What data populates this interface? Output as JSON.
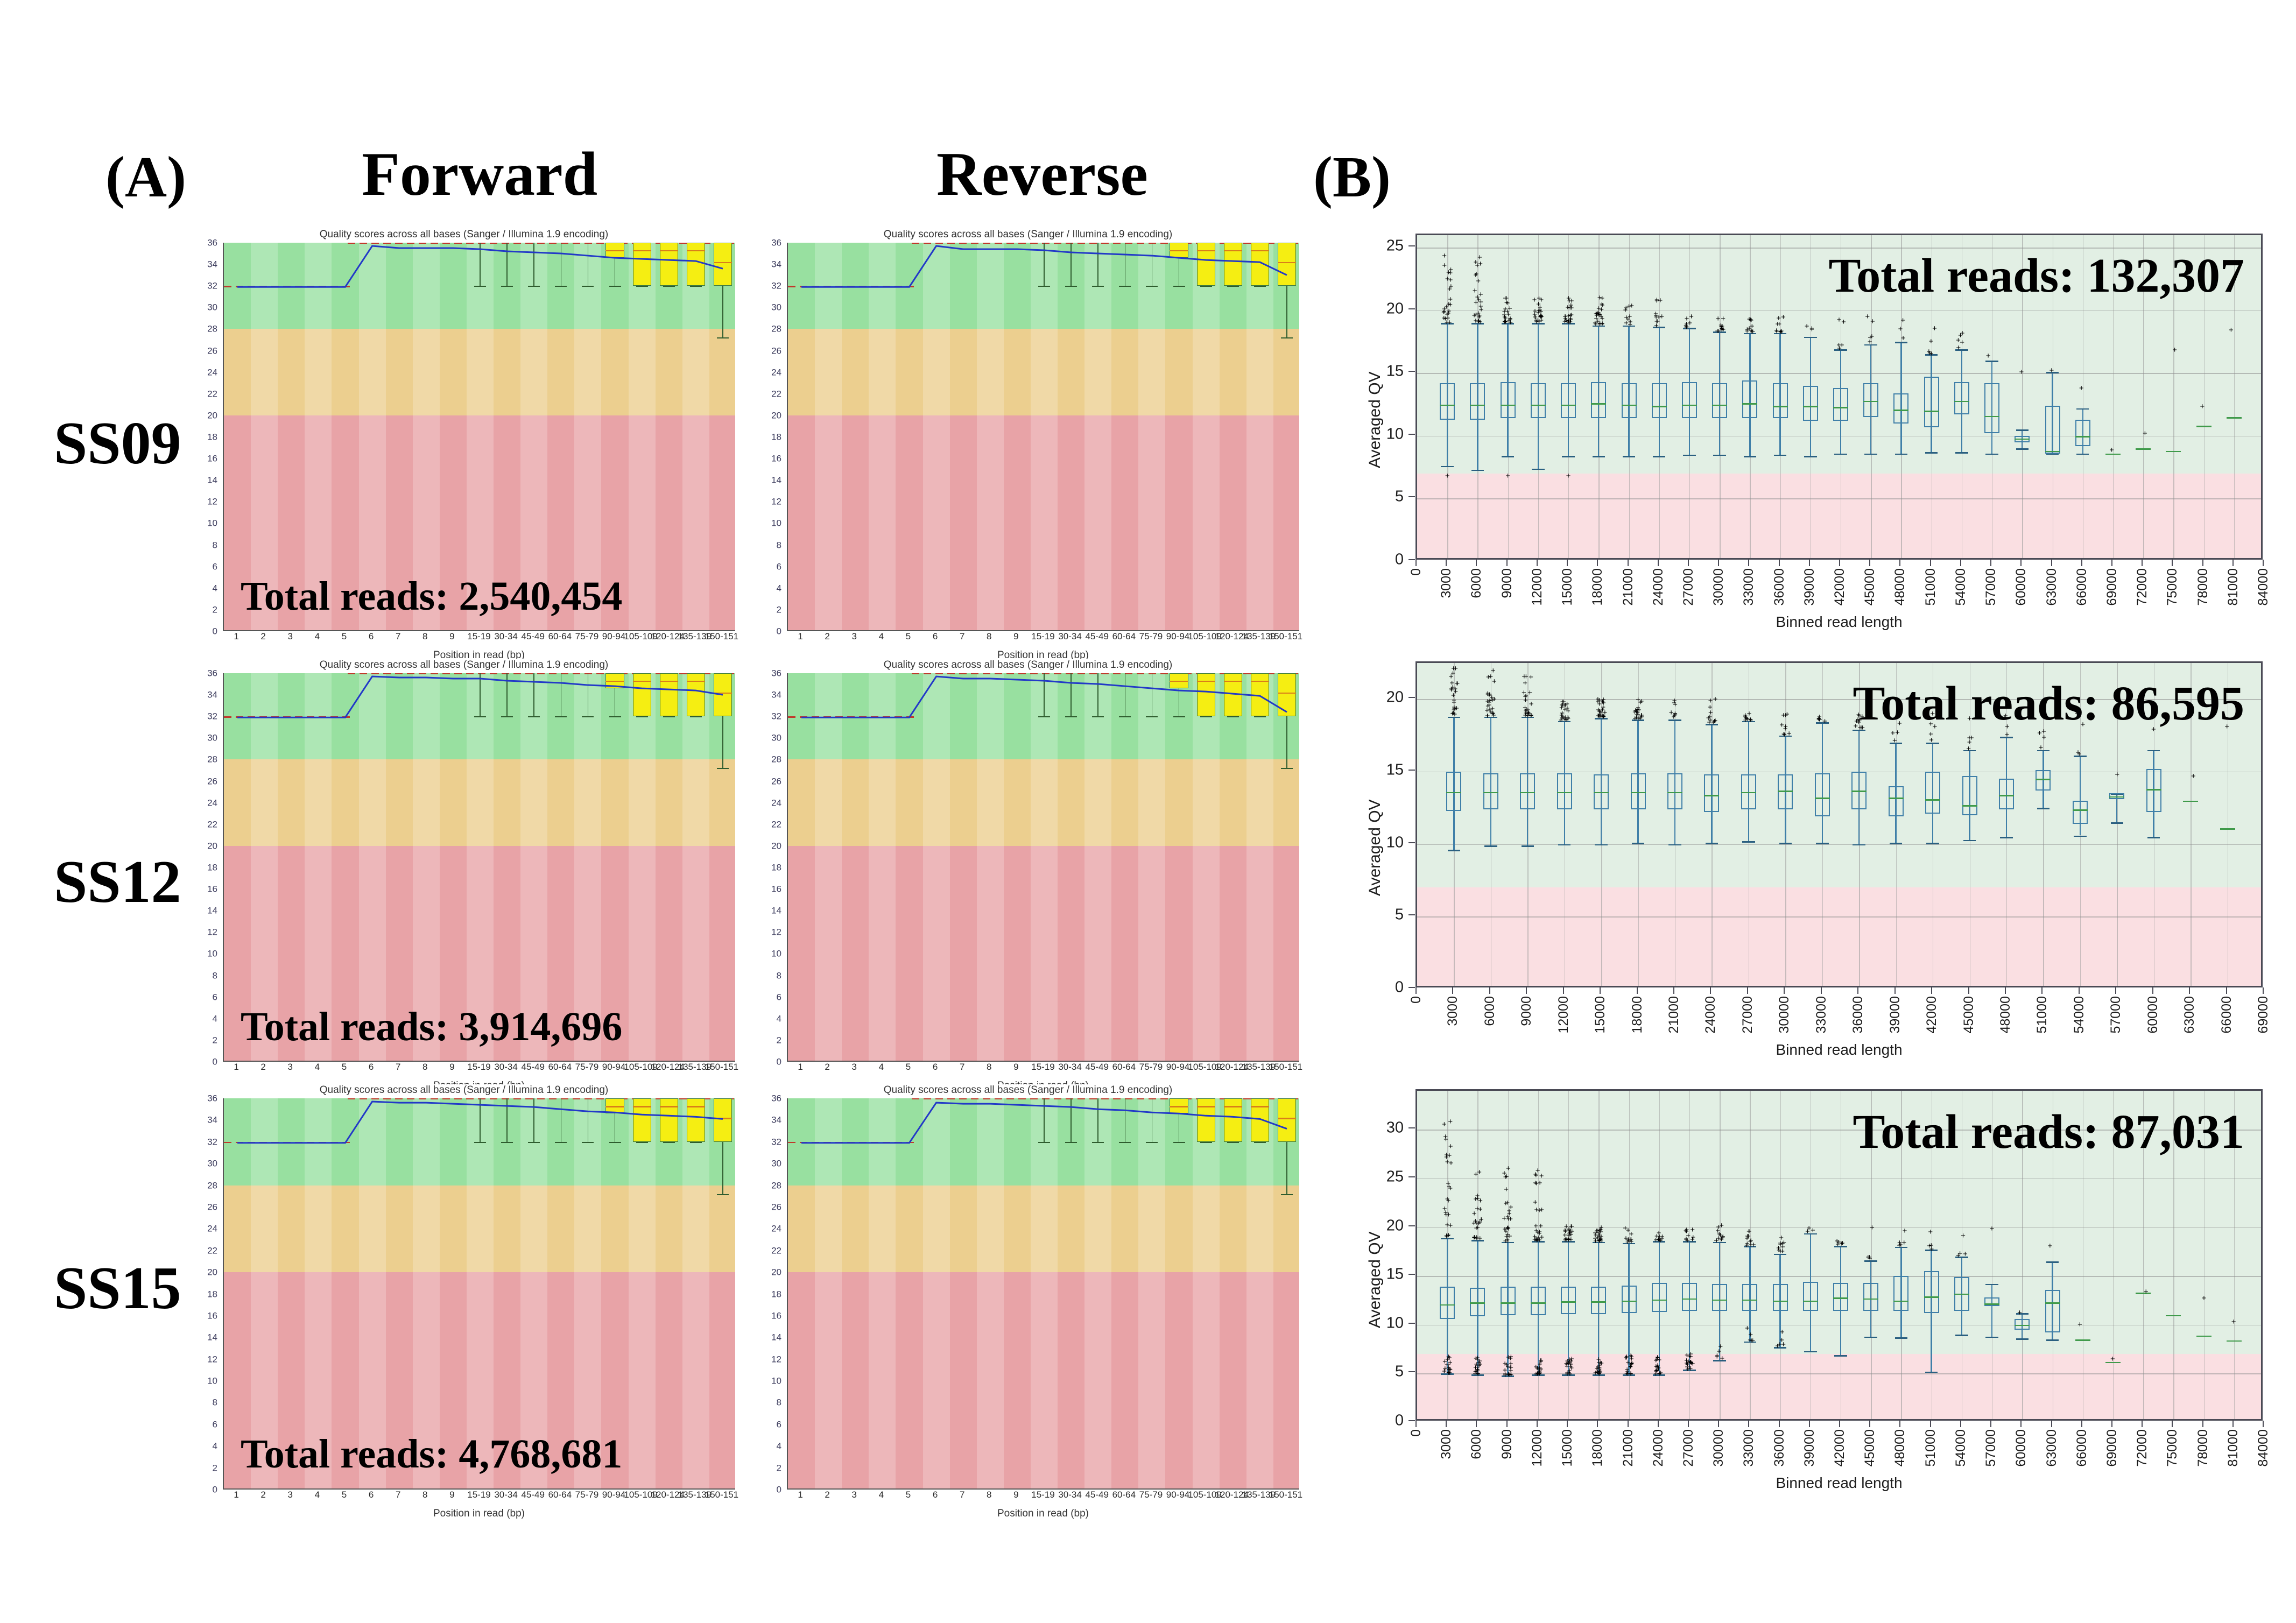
{
  "figure": {
    "panel_a_label": "(A)",
    "panel_b_label": "(B)",
    "column_headers": [
      "Forward",
      "Reverse"
    ],
    "row_labels": [
      "SS09",
      "SS12",
      "SS15"
    ]
  },
  "fastqc": {
    "title": "Quality scores across all bases (Sanger / Illumina 1.9 encoding)",
    "xlabel": "Position in read (bp)",
    "yticks": [
      0,
      2,
      4,
      6,
      8,
      10,
      12,
      14,
      16,
      18,
      20,
      22,
      24,
      26,
      28,
      30,
      32,
      34,
      36
    ],
    "ylim": [
      0,
      36
    ],
    "xticklabels": [
      "1",
      "2",
      "3",
      "4",
      "5",
      "6",
      "7",
      "8",
      "9",
      "15-19",
      "30-34",
      "45-49",
      "60-64",
      "75-79",
      "90-94",
      "105-109",
      "120-124",
      "135-139",
      "150-151"
    ],
    "bands": [
      {
        "name": "good",
        "from": 28,
        "to": 36,
        "color": "#98e0a0"
      },
      {
        "name": "warn",
        "from": 20,
        "to": 28,
        "color": "#eccf8f"
      },
      {
        "name": "bad",
        "from": 0,
        "to": 20,
        "color": "#e8a3a7"
      }
    ],
    "panels": [
      {
        "sample": "SS09",
        "direction": "Forward",
        "total_reads_label": "Total reads: 2,540,454"
      },
      {
        "sample": "SS09",
        "direction": "Reverse",
        "total_reads_label": ""
      },
      {
        "sample": "SS12",
        "direction": "Forward",
        "total_reads_label": "Total reads: 3,914,696"
      },
      {
        "sample": "SS12",
        "direction": "Reverse",
        "total_reads_label": ""
      },
      {
        "sample": "SS15",
        "direction": "Forward",
        "total_reads_label": "Total reads: 4,768,681"
      },
      {
        "sample": "SS15",
        "direction": "Reverse",
        "total_reads_label": ""
      }
    ]
  },
  "chart_data": [
    {
      "id": "fastqc-ss09-forward",
      "type": "box",
      "title": "Quality scores across all bases (Sanger / Illumina 1.9 encoding)",
      "xlabel": "Position in read (bp)",
      "ylabel": "",
      "ylim": [
        0,
        36
      ],
      "grid": false,
      "categories": [
        "1",
        "2",
        "3",
        "4",
        "5",
        "6",
        "7",
        "8",
        "9",
        "15-19",
        "30-34",
        "45-49",
        "60-64",
        "75-79",
        "90-94",
        "105-109",
        "120-124",
        "135-139",
        "150-151"
      ],
      "mean_series": {
        "name": "Mean quality",
        "color": "#2238c8",
        "values": [
          31.9,
          31.9,
          31.9,
          31.9,
          31.9,
          35.7,
          35.5,
          35.5,
          35.5,
          35.4,
          35.2,
          35.1,
          35.0,
          34.8,
          34.6,
          34.5,
          34.4,
          34.3,
          33.6
        ]
      },
      "median": [
        32,
        32,
        32,
        32,
        32,
        36,
        36,
        36,
        36,
        36,
        36,
        36,
        36,
        36,
        36,
        36,
        36,
        35.6,
        34.2
      ],
      "q1": [
        32,
        32,
        32,
        32,
        32,
        36,
        36,
        36,
        36,
        36,
        36,
        36,
        36,
        36,
        36,
        36,
        36,
        32.8,
        32.0
      ],
      "q3": [
        32,
        32,
        32,
        32,
        32,
        36,
        36,
        36,
        36,
        36,
        36,
        36,
        36,
        36,
        36,
        36,
        36,
        36.0,
        36.0
      ],
      "whisker_low": [
        32,
        32,
        32,
        32,
        32,
        36,
        36,
        36,
        36,
        32,
        32,
        32,
        32,
        32,
        32,
        32,
        32,
        32.0,
        27.2
      ],
      "whisker_high": [
        32,
        32,
        32,
        32,
        32,
        36,
        36,
        36,
        36,
        36,
        36,
        36,
        36,
        36,
        36,
        36,
        36,
        36.0,
        36.0
      ]
    },
    {
      "id": "fastqc-ss09-reverse",
      "type": "box",
      "title": "Quality scores across all bases (Sanger / Illumina 1.9 encoding)",
      "xlabel": "Position in read (bp)",
      "ylim": [
        0,
        36
      ],
      "categories": [
        "1",
        "2",
        "3",
        "4",
        "5",
        "6",
        "7",
        "8",
        "9",
        "15-19",
        "30-34",
        "45-49",
        "60-64",
        "75-79",
        "90-94",
        "105-109",
        "120-124",
        "135-139",
        "150-151"
      ],
      "mean_series": {
        "name": "Mean quality",
        "color": "#2238c8",
        "values": [
          31.9,
          31.9,
          31.9,
          31.9,
          31.9,
          35.7,
          35.4,
          35.4,
          35.4,
          35.3,
          35.1,
          35.0,
          34.9,
          34.8,
          34.6,
          34.4,
          34.3,
          34.2,
          33.0
        ]
      }
    },
    {
      "id": "fastqc-ss12-forward",
      "type": "box",
      "title": "Quality scores across all bases (Sanger / Illumina 1.9 encoding)",
      "xlabel": "Position in read (bp)",
      "ylim": [
        0,
        36
      ],
      "categories": [
        "1",
        "2",
        "3",
        "4",
        "5",
        "6",
        "7",
        "8",
        "9",
        "15-19",
        "30-34",
        "45-49",
        "60-64",
        "75-79",
        "90-94",
        "105-109",
        "120-124",
        "135-139",
        "150-151"
      ],
      "mean_series": {
        "name": "Mean quality",
        "color": "#2238c8",
        "values": [
          31.9,
          31.9,
          31.9,
          31.9,
          31.9,
          35.7,
          35.6,
          35.6,
          35.5,
          35.5,
          35.3,
          35.2,
          35.1,
          34.9,
          34.8,
          34.6,
          34.5,
          34.4,
          34.0
        ]
      }
    },
    {
      "id": "fastqc-ss12-reverse",
      "type": "box",
      "title": "Quality scores across all bases (Sanger / Illumina 1.9 encoding)",
      "xlabel": "Position in read (bp)",
      "ylim": [
        0,
        36
      ],
      "categories": [
        "1",
        "2",
        "3",
        "4",
        "5",
        "6",
        "7",
        "8",
        "9",
        "15-19",
        "30-34",
        "45-49",
        "60-64",
        "75-79",
        "90-94",
        "105-109",
        "120-124",
        "135-139",
        "150-151"
      ],
      "mean_series": {
        "name": "Mean quality",
        "color": "#2238c8",
        "values": [
          31.9,
          31.9,
          31.9,
          31.9,
          31.9,
          35.7,
          35.5,
          35.5,
          35.4,
          35.3,
          35.1,
          35.0,
          34.8,
          34.6,
          34.4,
          34.3,
          34.1,
          33.9,
          32.4
        ]
      }
    },
    {
      "id": "fastqc-ss15-forward",
      "type": "box",
      "title": "Quality scores across all bases (Sanger / Illumina 1.9 encoding)",
      "xlabel": "Position in read (bp)",
      "ylim": [
        0,
        36
      ],
      "categories": [
        "1",
        "2",
        "3",
        "4",
        "5",
        "6",
        "7",
        "8",
        "9",
        "15-19",
        "30-34",
        "45-49",
        "60-64",
        "75-79",
        "90-94",
        "105-109",
        "120-124",
        "135-139",
        "150-151"
      ],
      "mean_series": {
        "name": "Mean quality",
        "color": "#2238c8",
        "values": [
          31.9,
          31.9,
          31.9,
          31.9,
          31.9,
          35.7,
          35.6,
          35.6,
          35.5,
          35.4,
          35.3,
          35.2,
          35.0,
          34.8,
          34.7,
          34.5,
          34.4,
          34.3,
          34.1
        ]
      }
    },
    {
      "id": "fastqc-ss15-reverse",
      "type": "box",
      "title": "Quality scores across all bases (Sanger / Illumina 1.9 encoding)",
      "xlabel": "Position in read (bp)",
      "ylim": [
        0,
        36
      ],
      "categories": [
        "1",
        "2",
        "3",
        "4",
        "5",
        "6",
        "7",
        "8",
        "9",
        "15-19",
        "30-34",
        "45-49",
        "60-64",
        "75-79",
        "90-94",
        "105-109",
        "120-124",
        "135-139",
        "150-151"
      ],
      "mean_series": {
        "name": "Mean quality",
        "color": "#2238c8",
        "values": [
          31.9,
          31.9,
          31.9,
          31.9,
          31.9,
          35.6,
          35.5,
          35.5,
          35.4,
          35.3,
          35.2,
          35.0,
          34.9,
          34.7,
          34.6,
          34.4,
          34.3,
          34.1,
          33.2
        ]
      }
    },
    {
      "id": "boxplot-ss09",
      "type": "box",
      "sample": "SS09",
      "title": "",
      "annotation": "Total reads: 132,307",
      "xlabel": "Binned read length",
      "ylabel": "Averaged QV",
      "ylim": [
        0,
        26
      ],
      "yticks": [
        0,
        5,
        10,
        15,
        20,
        25
      ],
      "xlim": [
        0,
        84000
      ],
      "xticks": [
        0,
        3000,
        6000,
        9000,
        12000,
        15000,
        18000,
        21000,
        24000,
        27000,
        30000,
        33000,
        36000,
        39000,
        42000,
        45000,
        48000,
        51000,
        54000,
        57000,
        60000,
        63000,
        66000,
        69000,
        72000,
        75000,
        78000,
        81000,
        84000
      ],
      "bands": [
        {
          "name": "pass",
          "from": 7,
          "to": 26,
          "color": "#e2efe4"
        },
        {
          "name": "fail",
          "from": 0,
          "to": 7,
          "color": "#fadfe2"
        }
      ],
      "categories": [
        3000,
        6000,
        9000,
        12000,
        15000,
        18000,
        21000,
        24000,
        27000,
        30000,
        33000,
        36000,
        39000,
        42000,
        45000,
        48000,
        51000,
        54000,
        57000,
        60000,
        63000,
        66000,
        69000,
        72000,
        75000,
        78000,
        81000
      ],
      "median": [
        12.5,
        12.5,
        12.5,
        12.5,
        12.5,
        12.6,
        12.5,
        12.4,
        12.5,
        12.5,
        12.6,
        12.4,
        12.4,
        12.3,
        12.8,
        12.1,
        12.0,
        12.8,
        11.6,
        9.8,
        8.8,
        10.0,
        8.6,
        9.0,
        8.8,
        10.8,
        11.5
      ],
      "q1": [
        11.3,
        11.3,
        11.4,
        11.4,
        11.4,
        11.4,
        11.4,
        11.4,
        11.4,
        11.4,
        11.4,
        11.4,
        11.2,
        11.2,
        11.5,
        11.0,
        10.7,
        11.7,
        10.2,
        9.5,
        8.6,
        9.2,
        8.6,
        9.0,
        8.8,
        10.8,
        11.5
      ],
      "q3": [
        14.2,
        14.2,
        14.3,
        14.2,
        14.2,
        14.3,
        14.2,
        14.2,
        14.3,
        14.2,
        14.4,
        14.2,
        14.0,
        13.8,
        14.2,
        13.4,
        14.7,
        14.3,
        14.2,
        10.0,
        12.4,
        11.3,
        8.6,
        9.0,
        8.8,
        10.8,
        11.5
      ],
      "whisker_low": [
        7.6,
        7.3,
        8.4,
        7.4,
        8.4,
        8.4,
        8.4,
        8.4,
        8.5,
        8.5,
        8.4,
        8.5,
        8.4,
        8.6,
        8.6,
        8.6,
        8.7,
        8.7,
        8.6,
        9.0,
        8.6,
        8.6,
        8.6,
        9.0,
        8.8,
        10.8,
        11.5
      ],
      "whisker_high": [
        19.0,
        19.0,
        19.0,
        19.0,
        19.0,
        18.8,
        18.8,
        18.7,
        18.6,
        18.3,
        18.2,
        18.2,
        17.9,
        16.9,
        17.3,
        17.5,
        16.5,
        16.9,
        16.0,
        10.5,
        15.1,
        12.2,
        8.6,
        9.0,
        8.8,
        10.8,
        11.5
      ],
      "outliers_note": "dense plus-marker fliers above upper whisker on early bins (max ~24.9), a few low fliers near 6.8"
    },
    {
      "id": "boxplot-ss12",
      "type": "box",
      "sample": "SS12",
      "title": "",
      "annotation": "Total reads: 86,595",
      "xlabel": "Binned read length",
      "ylabel": "Averaged QV",
      "ylim": [
        0,
        22.5
      ],
      "yticks": [
        0,
        5,
        10,
        15,
        20
      ],
      "xlim": [
        0,
        69000
      ],
      "xticks": [
        0,
        3000,
        6000,
        9000,
        12000,
        15000,
        18000,
        21000,
        24000,
        27000,
        30000,
        33000,
        36000,
        39000,
        42000,
        45000,
        48000,
        51000,
        54000,
        57000,
        60000,
        63000,
        66000,
        69000
      ],
      "bands": [
        {
          "name": "pass",
          "from": 7,
          "to": 22.5,
          "color": "#e2efe4"
        },
        {
          "name": "fail",
          "from": 0,
          "to": 7,
          "color": "#fadfe2"
        }
      ],
      "categories": [
        3000,
        6000,
        9000,
        12000,
        15000,
        18000,
        21000,
        24000,
        27000,
        30000,
        33000,
        36000,
        39000,
        42000,
        45000,
        48000,
        51000,
        54000,
        57000,
        60000,
        63000,
        66000
      ],
      "median": [
        13.6,
        13.6,
        13.6,
        13.6,
        13.6,
        13.6,
        13.6,
        13.4,
        13.6,
        13.7,
        13.2,
        13.7,
        13.2,
        13.1,
        12.7,
        13.4,
        14.5,
        12.4,
        13.3,
        13.8,
        13.0,
        11.1
      ],
      "q1": [
        12.3,
        12.4,
        12.4,
        12.4,
        12.4,
        12.4,
        12.4,
        12.2,
        12.4,
        12.4,
        11.9,
        12.4,
        11.9,
        12.1,
        12.0,
        12.4,
        13.7,
        11.4,
        13.1,
        12.2,
        13.0,
        11.1
      ],
      "q3": [
        15.0,
        14.9,
        14.9,
        14.9,
        14.8,
        14.9,
        14.9,
        14.8,
        14.8,
        14.8,
        14.9,
        15.0,
        14.0,
        15.0,
        14.7,
        14.5,
        15.1,
        13.0,
        13.5,
        15.2,
        13.0,
        11.1
      ],
      "whisker_low": [
        9.6,
        9.9,
        9.9,
        10.0,
        10.0,
        10.1,
        10.0,
        10.1,
        10.2,
        10.1,
        10.1,
        10.0,
        10.1,
        10.1,
        10.3,
        10.5,
        12.5,
        10.6,
        11.5,
        10.5,
        13.0,
        11.1
      ],
      "whisker_high": [
        18.8,
        18.8,
        18.8,
        18.5,
        18.7,
        18.6,
        18.6,
        18.3,
        18.5,
        17.5,
        18.4,
        17.9,
        17.0,
        17.0,
        16.5,
        17.4,
        16.5,
        16.1,
        13.5,
        16.5,
        13.0,
        11.1
      ],
      "outliers_note": "dense plus-marker fliers up to ~22.1 on the 3000 bin, decreasing with length"
    },
    {
      "id": "boxplot-ss15",
      "type": "box",
      "sample": "SS15",
      "title": "",
      "annotation": "Total reads: 87,031",
      "xlabel": "Binned read length",
      "ylabel": "Averaged QV",
      "ylim": [
        0,
        34
      ],
      "yticks": [
        0,
        5,
        10,
        15,
        20,
        25,
        30
      ],
      "xlim": [
        0,
        84000
      ],
      "xticks": [
        0,
        3000,
        6000,
        9000,
        12000,
        15000,
        18000,
        21000,
        24000,
        27000,
        30000,
        33000,
        36000,
        39000,
        42000,
        45000,
        48000,
        51000,
        54000,
        57000,
        60000,
        63000,
        66000,
        69000,
        72000,
        75000,
        78000,
        81000,
        84000
      ],
      "bands": [
        {
          "name": "pass",
          "from": 7,
          "to": 34,
          "color": "#e2efe4"
        },
        {
          "name": "fail",
          "from": 0,
          "to": 7,
          "color": "#fadfe2"
        }
      ],
      "categories": [
        3000,
        6000,
        9000,
        12000,
        15000,
        18000,
        21000,
        24000,
        27000,
        30000,
        33000,
        36000,
        39000,
        42000,
        45000,
        48000,
        51000,
        54000,
        57000,
        60000,
        63000,
        66000,
        69000,
        72000,
        75000,
        78000,
        81000
      ],
      "median": [
        12.1,
        12.3,
        12.3,
        12.3,
        12.4,
        12.4,
        12.5,
        12.6,
        12.7,
        12.6,
        12.6,
        12.5,
        12.5,
        12.8,
        12.7,
        12.5,
        12.9,
        13.2,
        12.2,
        10.0,
        12.3,
        8.5,
        6.2,
        13.3,
        11.0,
        8.9,
        8.4
      ],
      "q1": [
        10.6,
        10.9,
        11.0,
        11.0,
        11.1,
        11.1,
        11.2,
        11.3,
        11.4,
        11.4,
        11.4,
        11.4,
        11.4,
        11.4,
        11.4,
        11.4,
        11.2,
        11.4,
        11.9,
        9.5,
        9.2,
        8.5,
        6.2,
        13.3,
        11.0,
        8.9,
        8.4
      ],
      "q3": [
        13.9,
        13.8,
        13.9,
        13.9,
        13.9,
        13.9,
        14.0,
        14.3,
        14.3,
        14.2,
        14.2,
        14.2,
        14.4,
        14.3,
        14.3,
        15.0,
        15.5,
        14.9,
        12.8,
        10.6,
        13.6,
        8.5,
        6.2,
        13.3,
        11.0,
        8.9,
        8.4
      ],
      "whisker_low": [
        5.0,
        4.9,
        4.8,
        4.9,
        4.9,
        4.9,
        4.9,
        4.9,
        5.4,
        6.4,
        8.3,
        7.7,
        7.3,
        6.9,
        8.8,
        8.7,
        5.2,
        9.0,
        8.8,
        8.6,
        8.5,
        8.5,
        6.2,
        13.3,
        11.0,
        8.9,
        8.4
      ],
      "whisker_high": [
        18.9,
        18.7,
        18.5,
        18.6,
        18.6,
        18.5,
        18.4,
        18.6,
        18.6,
        18.5,
        18.1,
        17.3,
        19.4,
        18.1,
        16.6,
        18.0,
        17.7,
        17.0,
        14.2,
        11.2,
        16.5,
        8.5,
        6.2,
        13.3,
        11.0,
        8.9,
        8.4
      ],
      "outliers_note": "heavy low-end flier clusters near QV 5-6 on short bins; high fliers up to ~32.8 on the 3000 bin"
    }
  ]
}
